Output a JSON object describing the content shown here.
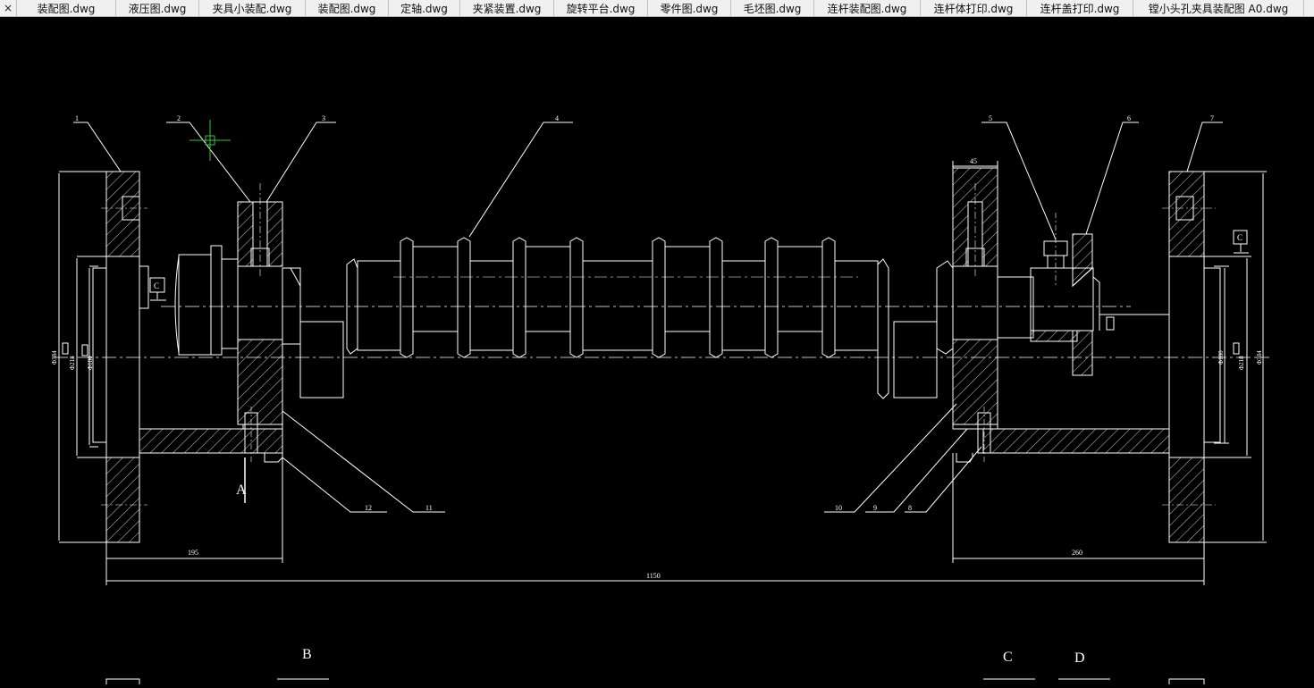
{
  "tabs": {
    "close_glyph": "×",
    "items": [
      {
        "label": "装配图.dwg",
        "width": 110
      },
      {
        "label": "液压图.dwg",
        "width": 92
      },
      {
        "label": "夹具小装配.dwg",
        "width": 118
      },
      {
        "label": "装配图.dwg",
        "width": 92
      },
      {
        "label": "定轴.dwg",
        "width": 79
      },
      {
        "label": "夹紧装置.dwg",
        "width": 104
      },
      {
        "label": "旋转平台.dwg",
        "width": 104
      },
      {
        "label": "零件图.dwg",
        "width": 92
      },
      {
        "label": "毛坯图.dwg",
        "width": 92
      },
      {
        "label": "连杆装配图.dwg",
        "width": 118
      },
      {
        "label": "连杆体打印.dwg",
        "width": 118
      },
      {
        "label": "连杆盖打印.dwg",
        "width": 118
      },
      {
        "label": "镗小头孔夹具装配图 A0.dwg",
        "width": 190
      }
    ]
  },
  "drawing": {
    "background": "#000000",
    "line_color": "#ffffff",
    "crosshair_color": "#3cbf3c",
    "part_numbers": [
      "1",
      "2",
      "3",
      "4",
      "5",
      "6",
      "7",
      "8",
      "9",
      "10",
      "11",
      "12"
    ],
    "dimensions": {
      "top_right_width": "45",
      "left_span": "195",
      "right_span": "260",
      "overall_length": "1150",
      "left_dia_outer": "Φ384",
      "left_dia_mid": "Φ218",
      "left_dia_inner": "Φ180",
      "right_dia_outer": "Φ384",
      "right_dia_mid": "Φ218",
      "right_dia_inner": "Φ180"
    },
    "datum_labels": {
      "left": "C",
      "right": "C"
    },
    "view_labels": {
      "a": "A",
      "b": "B",
      "c": "C",
      "d": "D"
    }
  }
}
